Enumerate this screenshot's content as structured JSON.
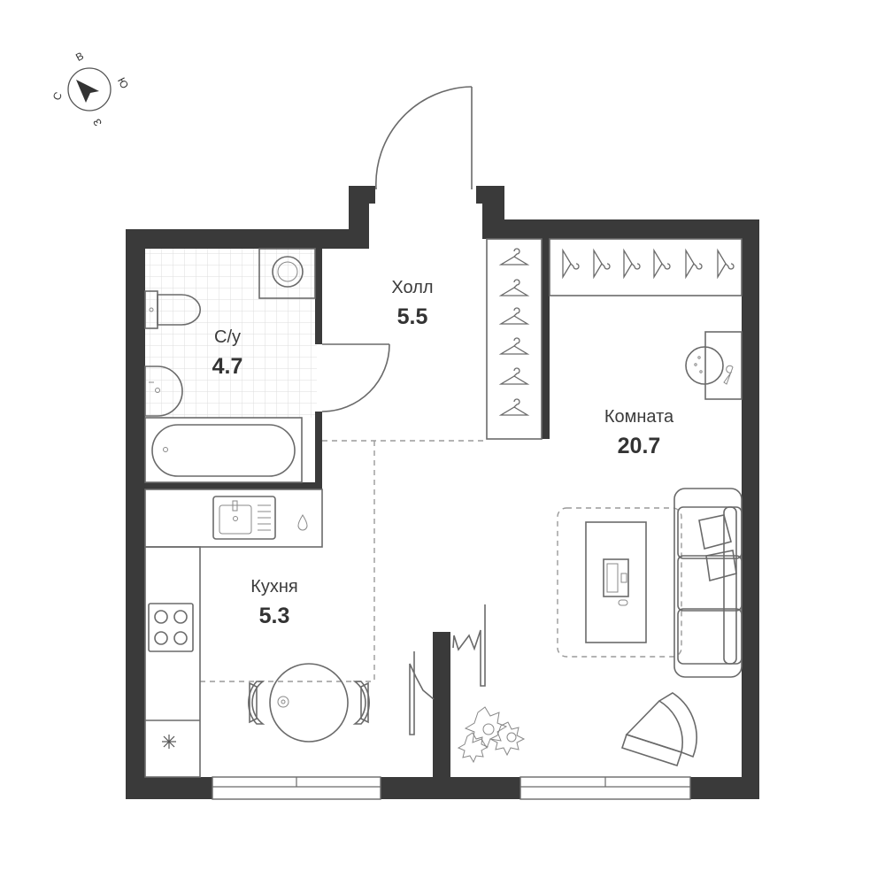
{
  "compass": {
    "north": "С",
    "east": "В",
    "south": "Ю",
    "west": "З"
  },
  "rooms": {
    "hall": {
      "name": "Холл",
      "area": "5.5"
    },
    "bathroom": {
      "name": "С/у",
      "area": "4.7"
    },
    "room": {
      "name": "Комната",
      "area": "20.7"
    },
    "kitchen": {
      "name": "Кухня",
      "area": "5.3"
    }
  },
  "colors": {
    "wall": "#3a3a3a",
    "line": "#6a6a6a",
    "tile": "#e2e2e2"
  }
}
